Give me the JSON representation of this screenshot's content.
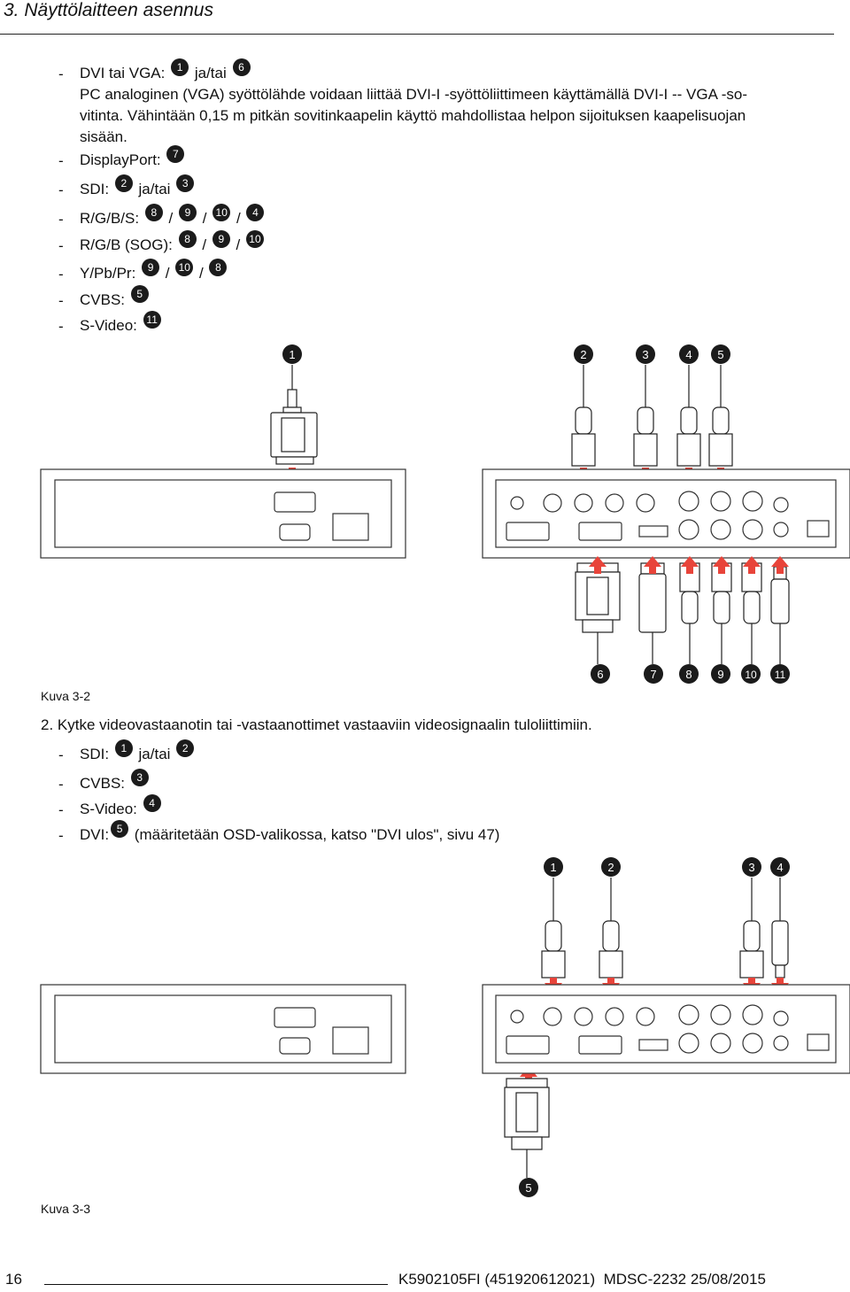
{
  "chapter_title": "3. Näyttölaitteen asennus",
  "intro": {
    "dvi_label": "DVI tai VGA:",
    "dvi_mid": "ja/tai",
    "dvi_b1": "1",
    "dvi_b2": "6",
    "pc_line1": "PC analoginen (VGA) syöttölähde voidaan liittää DVI-I -syöttöliittimeen käyttämällä DVI-I -- VGA -so-",
    "pc_line2": "vitinta. Vähintään 0,15 m pitkän sovitinkaapelin käyttö mahdollistaa helpon sijoituksen kaapelisuojan",
    "pc_line3": "sisään.",
    "dp_label": "DisplayPort:",
    "dp_b": "7",
    "sdi_label": "SDI:",
    "sdi_mid": "ja/tai",
    "sdi_b1": "2",
    "sdi_b2": "3",
    "rgbs_label": "R/G/B/S:",
    "rgbs_b": [
      "8",
      "9",
      "10",
      "4"
    ],
    "rgbsog_label": "R/G/B (SOG):",
    "rgbsog_b": [
      "8",
      "9",
      "10"
    ],
    "ypbpr_label": "Y/Pb/Pr:",
    "ypbpr_b": [
      "9",
      "10",
      "8"
    ],
    "cvbs_label": "CVBS:",
    "cvbs_b": "5",
    "svideo_label": "S-Video:",
    "svideo_b": "11",
    "sep": "/",
    "dash": "-"
  },
  "figure1": {
    "caption": "Kuva 3-2",
    "top_badges": [
      "1",
      "2",
      "3",
      "4",
      "5"
    ],
    "bottom_badges": [
      "6",
      "7",
      "8",
      "9",
      "10",
      "11"
    ]
  },
  "step2": {
    "text": "2. Kytke videovastaanotin tai -vastaanottimet vastaaviin videosignaalin tuloliittimiin.",
    "sdi_label": "SDI:",
    "sdi_mid": "ja/tai",
    "sdi_b1": "1",
    "sdi_b2": "2",
    "cvbs_label": "CVBS:",
    "cvbs_b": "3",
    "svideo_label": "S-Video:",
    "svideo_b": "4",
    "dvi_label": "DVI:",
    "dvi_b": "5",
    "dvi_note": "(määritetään OSD-valikossa, katso \"DVI ulos\", sivu 47)"
  },
  "figure2": {
    "caption": "Kuva 3-3",
    "top_badges": [
      "1",
      "2",
      "3",
      "4"
    ],
    "bottom_badges": [
      "5"
    ]
  },
  "footer": {
    "page_number": "16",
    "doc_info": "K5902105FI (451920612021)  MDSC-2232 25/08/2015"
  },
  "colors": {
    "arrow": "#e8443a",
    "badge": "#1b1b1b",
    "panel_stroke": "#333333"
  }
}
